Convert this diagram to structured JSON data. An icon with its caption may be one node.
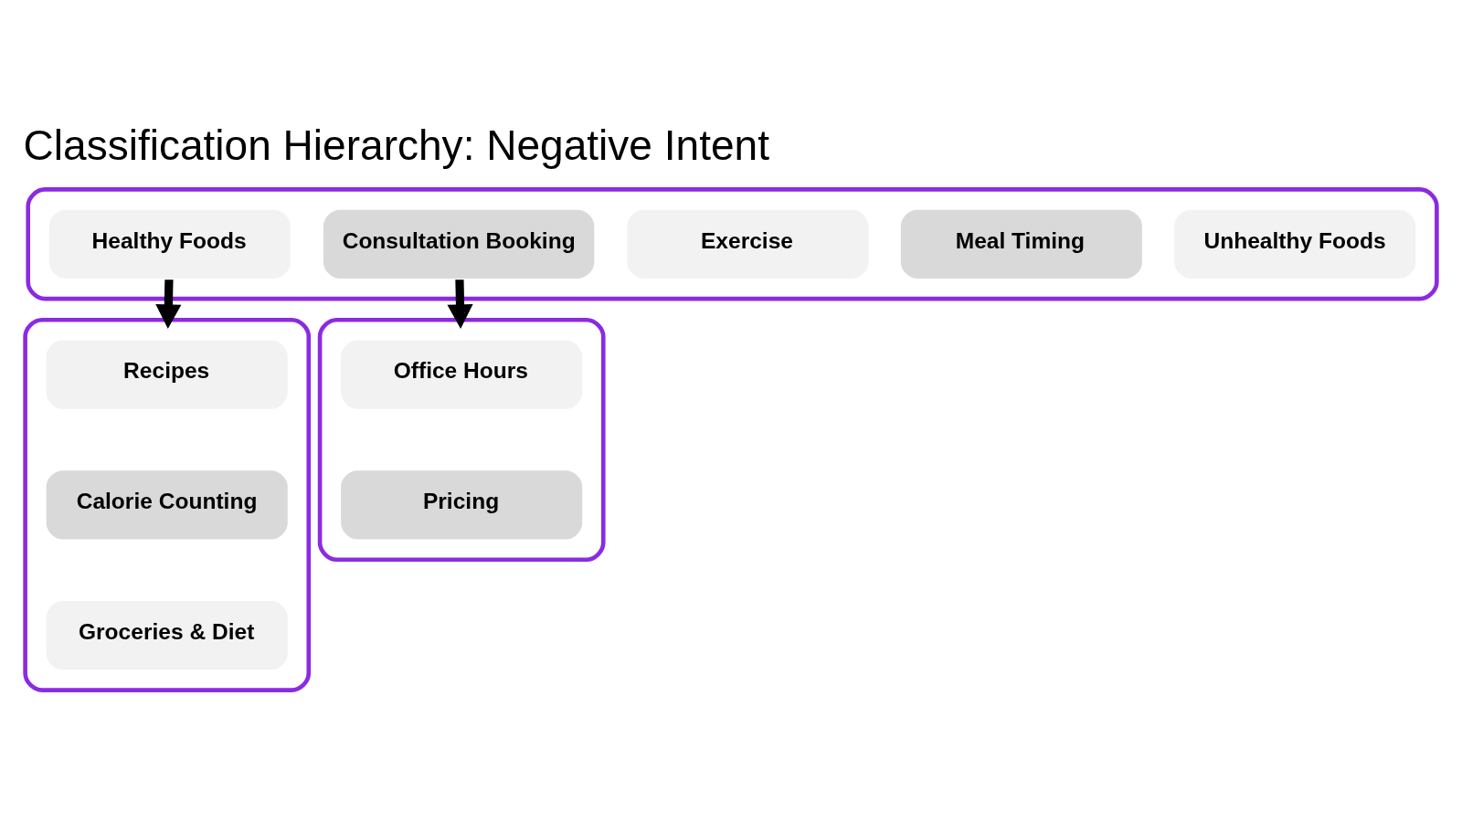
{
  "diagram": {
    "title": "Classification Hierarchy: Negative Intent",
    "nodes": [
      {
        "text": [],
        "shape": "box"
      },
      {
        "text": [
          "Healthy Foods"
        ],
        "in": 0
      },
      {
        "text": [
          "Consultation Booking"
        ],
        "in": 0
      },
      {
        "text": [
          "Exercise"
        ],
        "in": 0
      },
      {
        "text": [
          "Meal Timing"
        ],
        "in": 0
      },
      {
        "text": [
          "Unhealthy Foods"
        ],
        "in": 0
      },
      {
        "text": [],
        "shape": "box"
      },
      {
        "text": [
          "Recipes"
        ],
        "in": 6
      },
      {
        "text": [
          "Calorie Counting"
        ],
        "in": 6
      },
      {
        "text": [
          "Groceries & Diet"
        ],
        "in": 6
      },
      {
        "text": [],
        "shape": "box"
      },
      {
        "text": [
          "Office Hours"
        ],
        "in": 10
      },
      {
        "text": [
          "Pricing"
        ],
        "in": 10
      }
    ],
    "edges": [
      {
        "from": 1,
        "to": 6,
        "arrow": "to"
      },
      {
        "from": 2,
        "to": 10,
        "arrow": "to"
      }
    ]
  }
}
